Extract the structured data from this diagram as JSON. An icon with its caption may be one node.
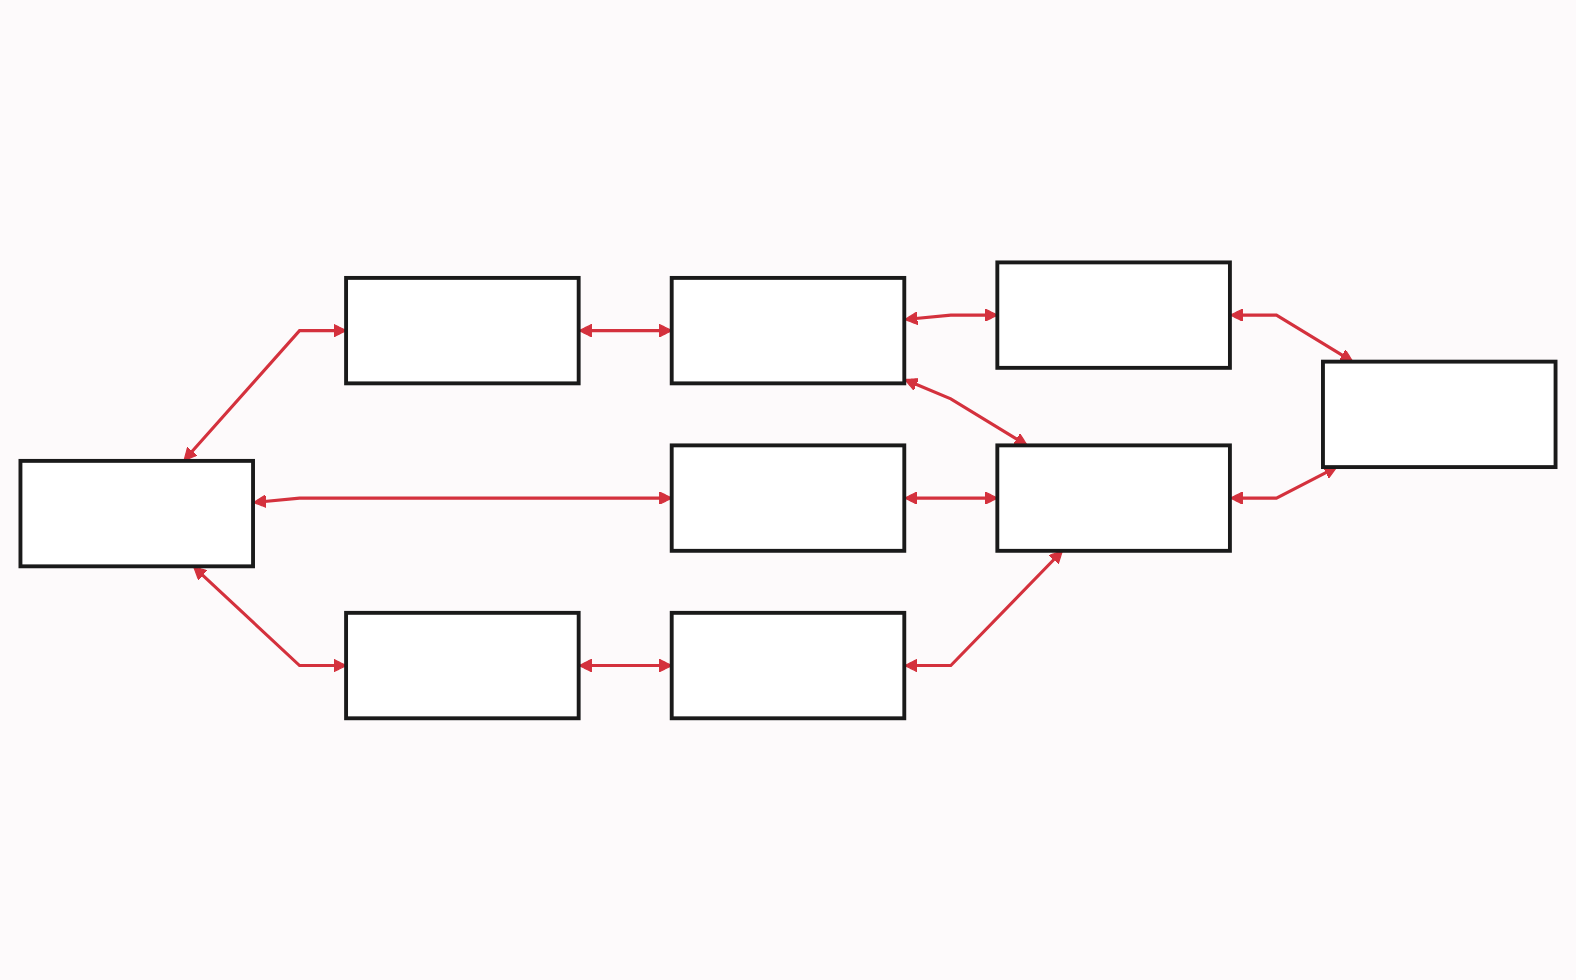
{
  "diagram": {
    "nodes": [
      {
        "text": [],
        "shape": "box"
      },
      {
        "text": [],
        "shape": "box"
      },
      {
        "text": [],
        "shape": "box"
      },
      {
        "text": [],
        "shape": "box"
      },
      {
        "text": [],
        "shape": "box"
      },
      {
        "text": [],
        "shape": "box"
      },
      {
        "text": [],
        "shape": "box"
      },
      {
        "text": [],
        "shape": "box"
      },
      {
        "text": [],
        "shape": "box"
      }
    ],
    "edges": [
      {
        "from": 0,
        "to": 1,
        "arrow": "both"
      },
      {
        "from": 1,
        "to": 2,
        "arrow": "both"
      },
      {
        "from": 0,
        "to": 3,
        "arrow": "both"
      },
      {
        "from": 2,
        "to": 4,
        "arrow": "both"
      },
      {
        "from": 0,
        "to": 5,
        "arrow": "both"
      },
      {
        "from": 2,
        "to": 6,
        "arrow": "both"
      },
      {
        "from": 4,
        "to": 7,
        "arrow": "both"
      },
      {
        "from": 3,
        "to": 8,
        "arrow": "both"
      },
      {
        "from": 5,
        "to": 6,
        "arrow": "both"
      },
      {
        "from": 6,
        "to": 7,
        "arrow": "both"
      },
      {
        "from": 8,
        "to": 6,
        "arrow": "both"
      }
    ]
  }
}
